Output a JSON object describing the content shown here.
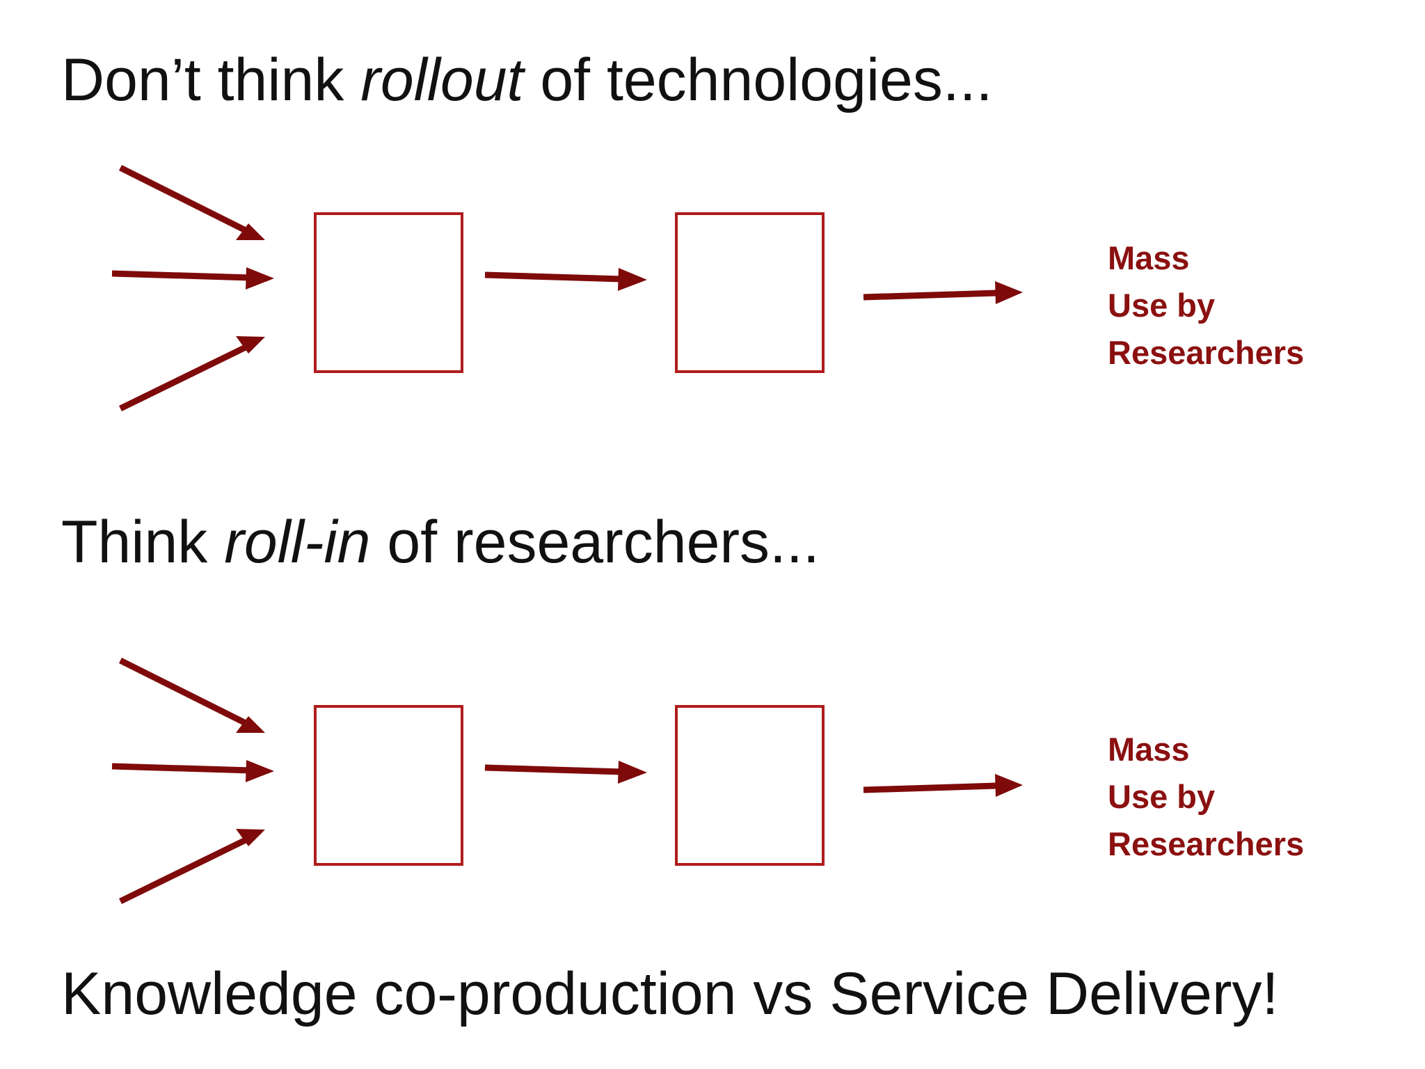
{
  "headings": {
    "rollout": {
      "before": "Don’t think ",
      "emphasis": "rollout",
      "after": " of technologies..."
    },
    "rollin": {
      "before": "Think ",
      "emphasis": "roll-in",
      "after": " of researchers..."
    },
    "conclusion": "Knowledge co-production vs Service Delivery!"
  },
  "diagrams": [
    {
      "outcome_lines": [
        "Mass",
        "Use by",
        "Researchers"
      ]
    },
    {
      "outcome_lines": [
        "Mass",
        "Use by",
        "Researchers"
      ]
    }
  ],
  "colors": {
    "arrow": "#7f0a0a",
    "box_border": "#b01c1c",
    "outcome_text": "#8b1010",
    "heading_text": "#111111"
  }
}
